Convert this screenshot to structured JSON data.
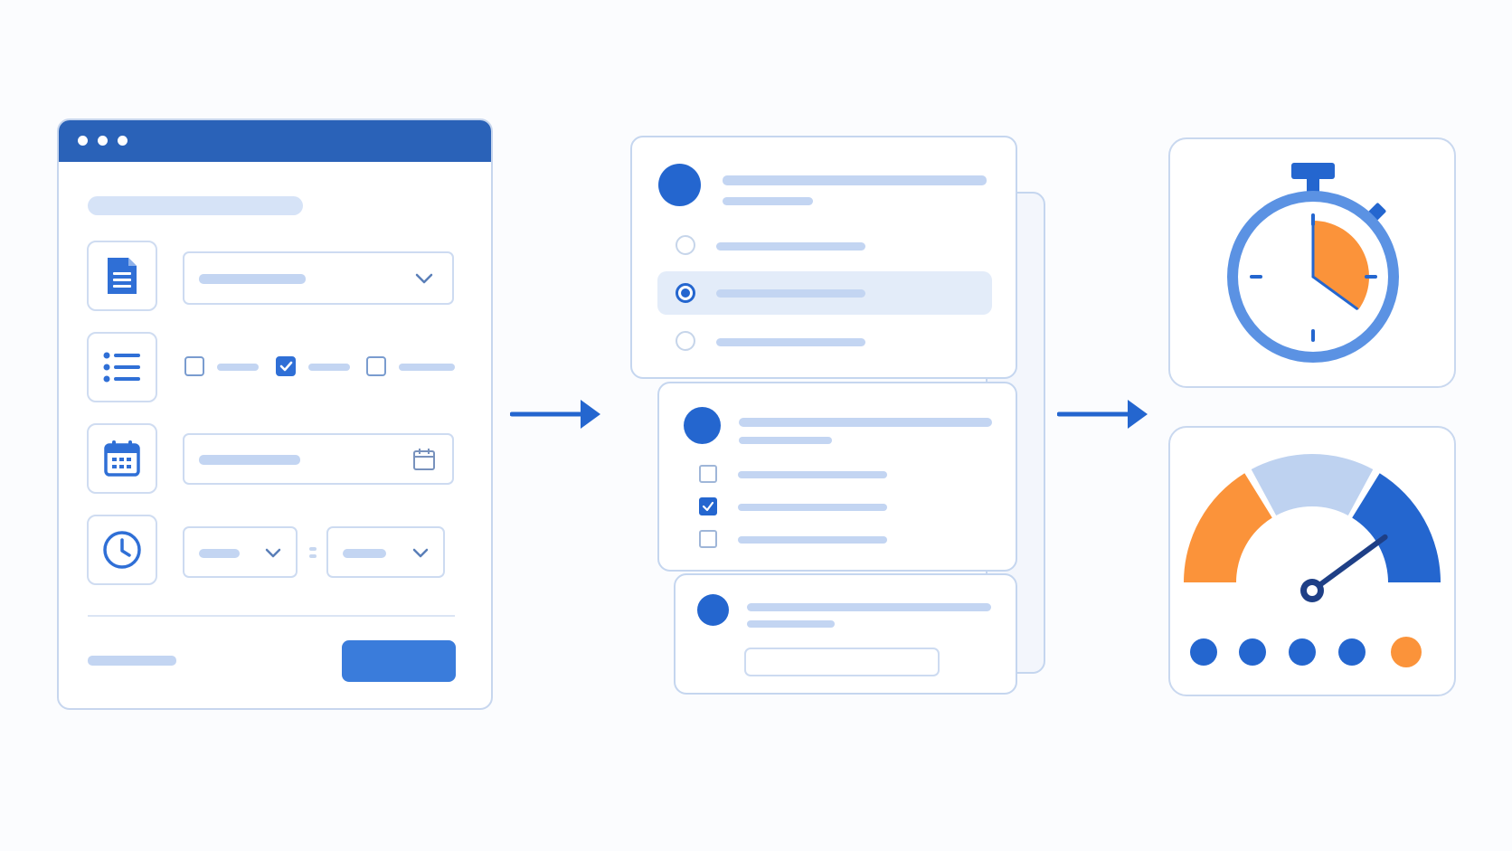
{
  "colors": {
    "primary": "#2466cf",
    "titlebar": "#2a62b8",
    "accent_orange": "#fb933a",
    "light_blue": "#bed2f0",
    "placeholder": "#c3d5f2",
    "border": "#c7d6ee"
  },
  "form": {
    "window_controls": [
      "dot",
      "dot",
      "dot"
    ],
    "rows": [
      {
        "icon": "document-icon",
        "control": "dropdown"
      },
      {
        "icon": "list-icon",
        "control": "checkbox-group",
        "checkboxes": [
          false,
          true,
          false
        ]
      },
      {
        "icon": "calendar-icon",
        "control": "date-input"
      },
      {
        "icon": "clock-icon",
        "control": "time-range"
      }
    ],
    "submit_button": ""
  },
  "survey": {
    "questions": [
      {
        "type": "radio",
        "options": [
          false,
          true,
          false
        ],
        "selected_index": 1
      },
      {
        "type": "checkbox",
        "options": [
          false,
          true,
          false
        ]
      },
      {
        "type": "text-input"
      }
    ]
  },
  "results": {
    "timer": {
      "icon": "stopwatch-icon",
      "elapsed_fraction": 0.35
    },
    "gauge": {
      "icon": "gauge-icon",
      "segments": [
        "orange",
        "light-blue",
        "blue"
      ],
      "needle_fraction": 0.85
    },
    "rating_dots": [
      "blue",
      "blue",
      "blue",
      "blue",
      "orange"
    ]
  },
  "arrows": [
    "right-arrow-icon",
    "right-arrow-icon"
  ]
}
